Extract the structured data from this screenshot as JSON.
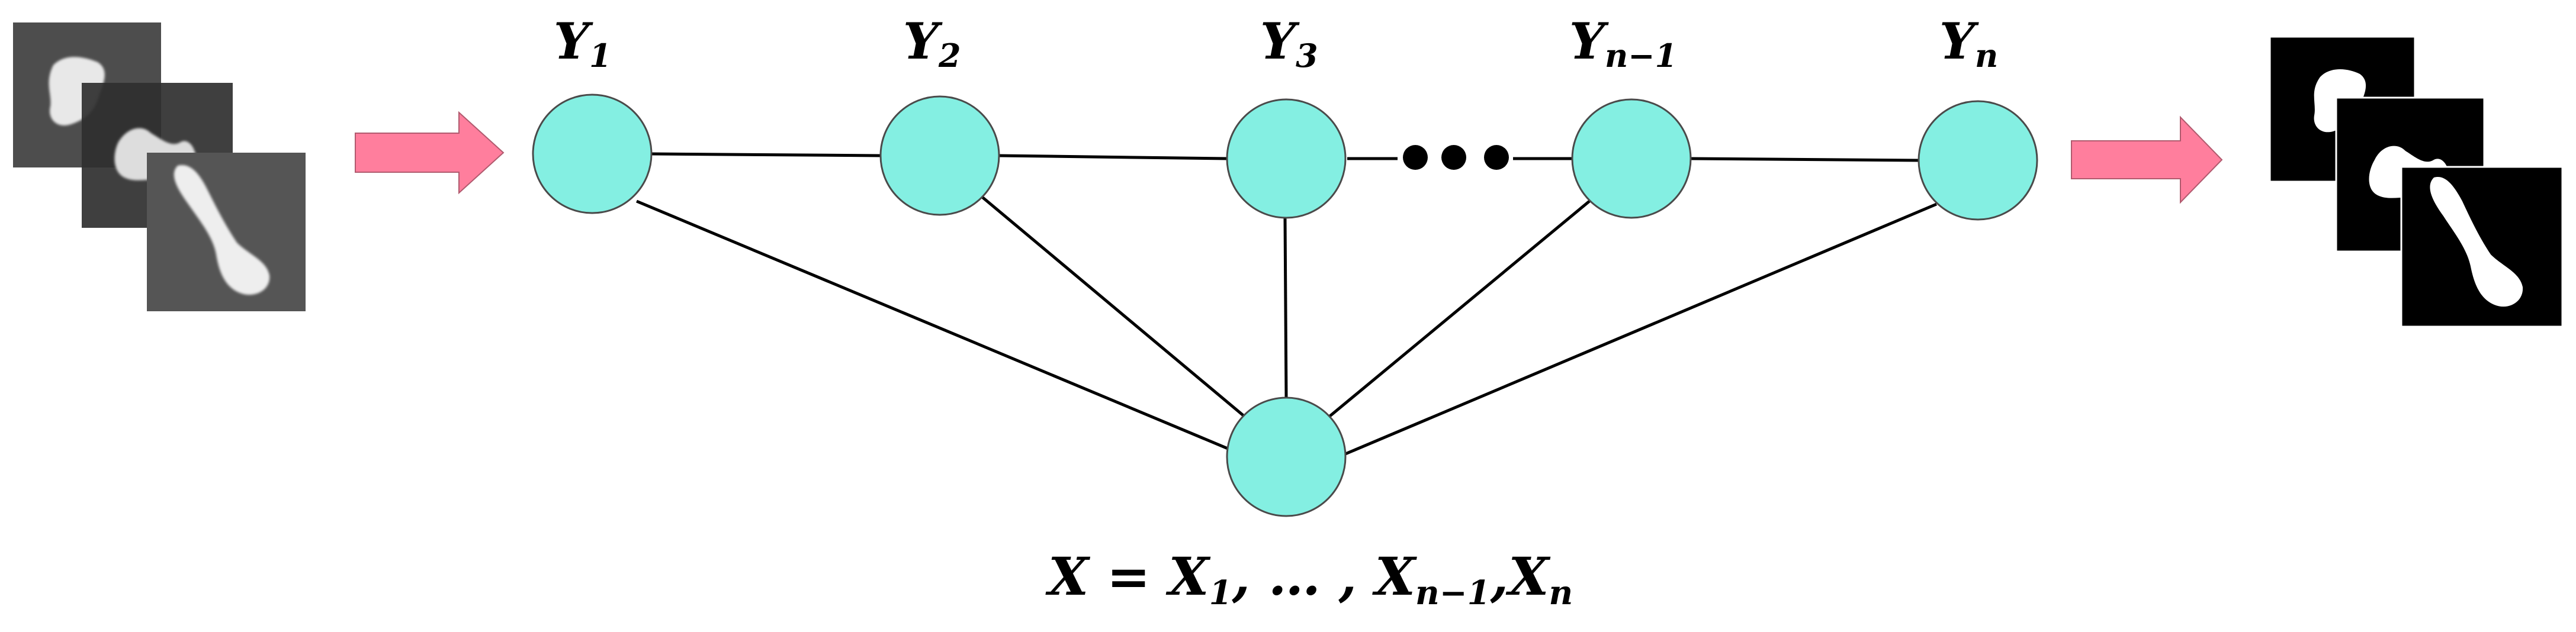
{
  "nodes": {
    "y1": {
      "base": "Y",
      "sub": "1"
    },
    "y2": {
      "base": "Y",
      "sub": "2"
    },
    "y3": {
      "base": "Y",
      "sub": "3"
    },
    "yn1": {
      "base": "Y",
      "sub": "n−1"
    },
    "yn": {
      "base": "Y",
      "sub": "n"
    }
  },
  "formula": {
    "lhs": "X",
    "eq": " = ",
    "x1": "X",
    "x1_sub": "1",
    "ellipsis": ", … , ",
    "xn1": "X",
    "xn1_sub": "n−1",
    "comma": ",",
    "xn": "X",
    "xn_sub": "n"
  },
  "colors": {
    "node_fill": "#84EFE2",
    "arrow_fill": "#FF7E9D",
    "edge": "#000000"
  }
}
